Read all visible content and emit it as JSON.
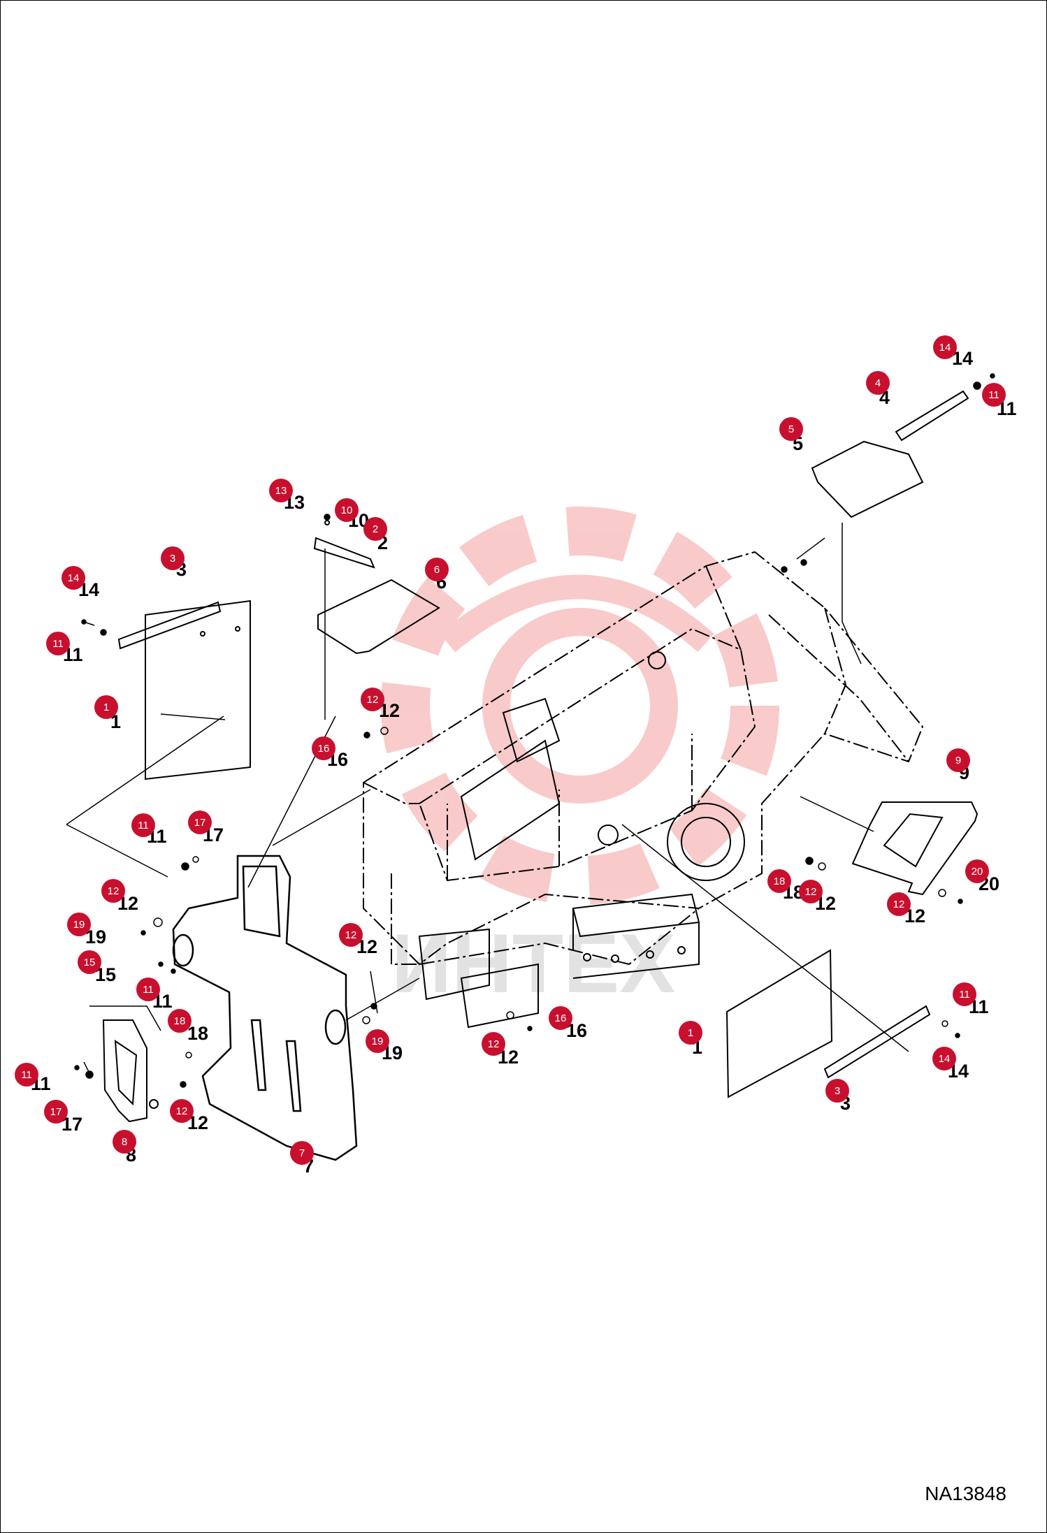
{
  "drawing_id": "NA13848",
  "watermark_text": "ИНТЕХ",
  "colors": {
    "callout": "#c8102e",
    "line": "#000000",
    "watermark": "#f4a0a0"
  },
  "callouts": [
    {
      "id": "c-14-tr",
      "label": "14",
      "leader": "14"
    },
    {
      "id": "c-4",
      "label": "4",
      "leader": "4"
    },
    {
      "id": "c-11-tr",
      "label": "11",
      "leader": "11"
    },
    {
      "id": "c-5",
      "label": "5",
      "leader": "5"
    },
    {
      "id": "c-13",
      "label": "13",
      "leader": "13"
    },
    {
      "id": "c-10",
      "label": "10",
      "leader": "10"
    },
    {
      "id": "c-2",
      "label": "2",
      "leader": "2"
    },
    {
      "id": "c-6",
      "label": "6",
      "leader": "6"
    },
    {
      "id": "c-3-l",
      "label": "3",
      "leader": "3"
    },
    {
      "id": "c-14-l",
      "label": "14",
      "leader": "14"
    },
    {
      "id": "c-11-l",
      "label": "11",
      "leader": "11"
    },
    {
      "id": "c-1-l",
      "label": "1",
      "leader": "1"
    },
    {
      "id": "c-12-top",
      "label": "12",
      "leader": "12"
    },
    {
      "id": "c-16-top",
      "label": "16",
      "leader": "16"
    },
    {
      "id": "c-9",
      "label": "9",
      "leader": "9"
    },
    {
      "id": "c-11-ml",
      "label": "11",
      "leader": "11"
    },
    {
      "id": "c-17-ml",
      "label": "17",
      "leader": "17"
    },
    {
      "id": "c-12-ml",
      "label": "12",
      "leader": "12"
    },
    {
      "id": "c-19-l",
      "label": "19",
      "leader": "19"
    },
    {
      "id": "c-15",
      "label": "15",
      "leader": "15"
    },
    {
      "id": "c-11-m2",
      "label": "11",
      "leader": "11"
    },
    {
      "id": "c-18-l",
      "label": "18",
      "leader": "18"
    },
    {
      "id": "c-11-bl",
      "label": "11",
      "leader": "11"
    },
    {
      "id": "c-17-bl",
      "label": "17",
      "leader": "17"
    },
    {
      "id": "c-12-bl",
      "label": "12",
      "leader": "12"
    },
    {
      "id": "c-8",
      "label": "8",
      "leader": "8"
    },
    {
      "id": "c-7",
      "label": "7",
      "leader": "7"
    },
    {
      "id": "c-12-mid",
      "label": "12",
      "leader": "12"
    },
    {
      "id": "c-19-mid",
      "label": "19",
      "leader": "19"
    },
    {
      "id": "c-12-bm",
      "label": "12",
      "leader": "12"
    },
    {
      "id": "c-16-bm",
      "label": "16",
      "leader": "16"
    },
    {
      "id": "c-18-r",
      "label": "18",
      "leader": "18"
    },
    {
      "id": "c-12-r1",
      "label": "12",
      "leader": "12"
    },
    {
      "id": "c-20",
      "label": "20",
      "leader": "20"
    },
    {
      "id": "c-12-r2",
      "label": "12",
      "leader": "12"
    },
    {
      "id": "c-1-r",
      "label": "1",
      "leader": "1"
    },
    {
      "id": "c-11-br",
      "label": "11",
      "leader": "11"
    },
    {
      "id": "c-14-br",
      "label": "14",
      "leader": "14"
    },
    {
      "id": "c-3-r",
      "label": "3",
      "leader": "3"
    }
  ]
}
